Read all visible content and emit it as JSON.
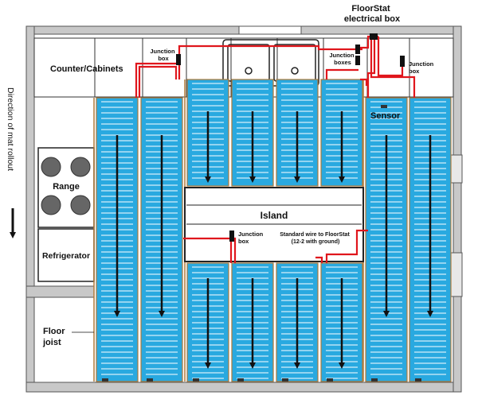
{
  "colors": {
    "mat": "#29a9e0",
    "mat_lines": "#ffffff",
    "wall": "#c8c8c8",
    "wall_edge": "#555555",
    "wire": "#e0161c",
    "joist": "#b07a38",
    "arrow": "#111111"
  },
  "labels": {
    "floorstat_box": [
      "FloorStat",
      "electrical box"
    ],
    "counter_cabinets": "Counter/Cabinets",
    "junction_box_left": [
      "Junction",
      "box"
    ],
    "junction_boxes": [
      "Junction",
      "boxes"
    ],
    "junction_box_right": [
      "Junction",
      "box"
    ],
    "sensor": "Sensor",
    "range": "Range",
    "refrigerator": "Refrigerator",
    "island": "Island",
    "junction_box_island": [
      "Junction",
      "box"
    ],
    "standard_wire": [
      "Standard wire to FloorStat",
      "(12-2 with ground)"
    ],
    "floor_joist": [
      "Floor",
      "joist"
    ],
    "direction": "Direction of mat rollout"
  },
  "icons": [
    "range-burner-icon",
    "sink-icon",
    "rollout-arrow-icon"
  ]
}
